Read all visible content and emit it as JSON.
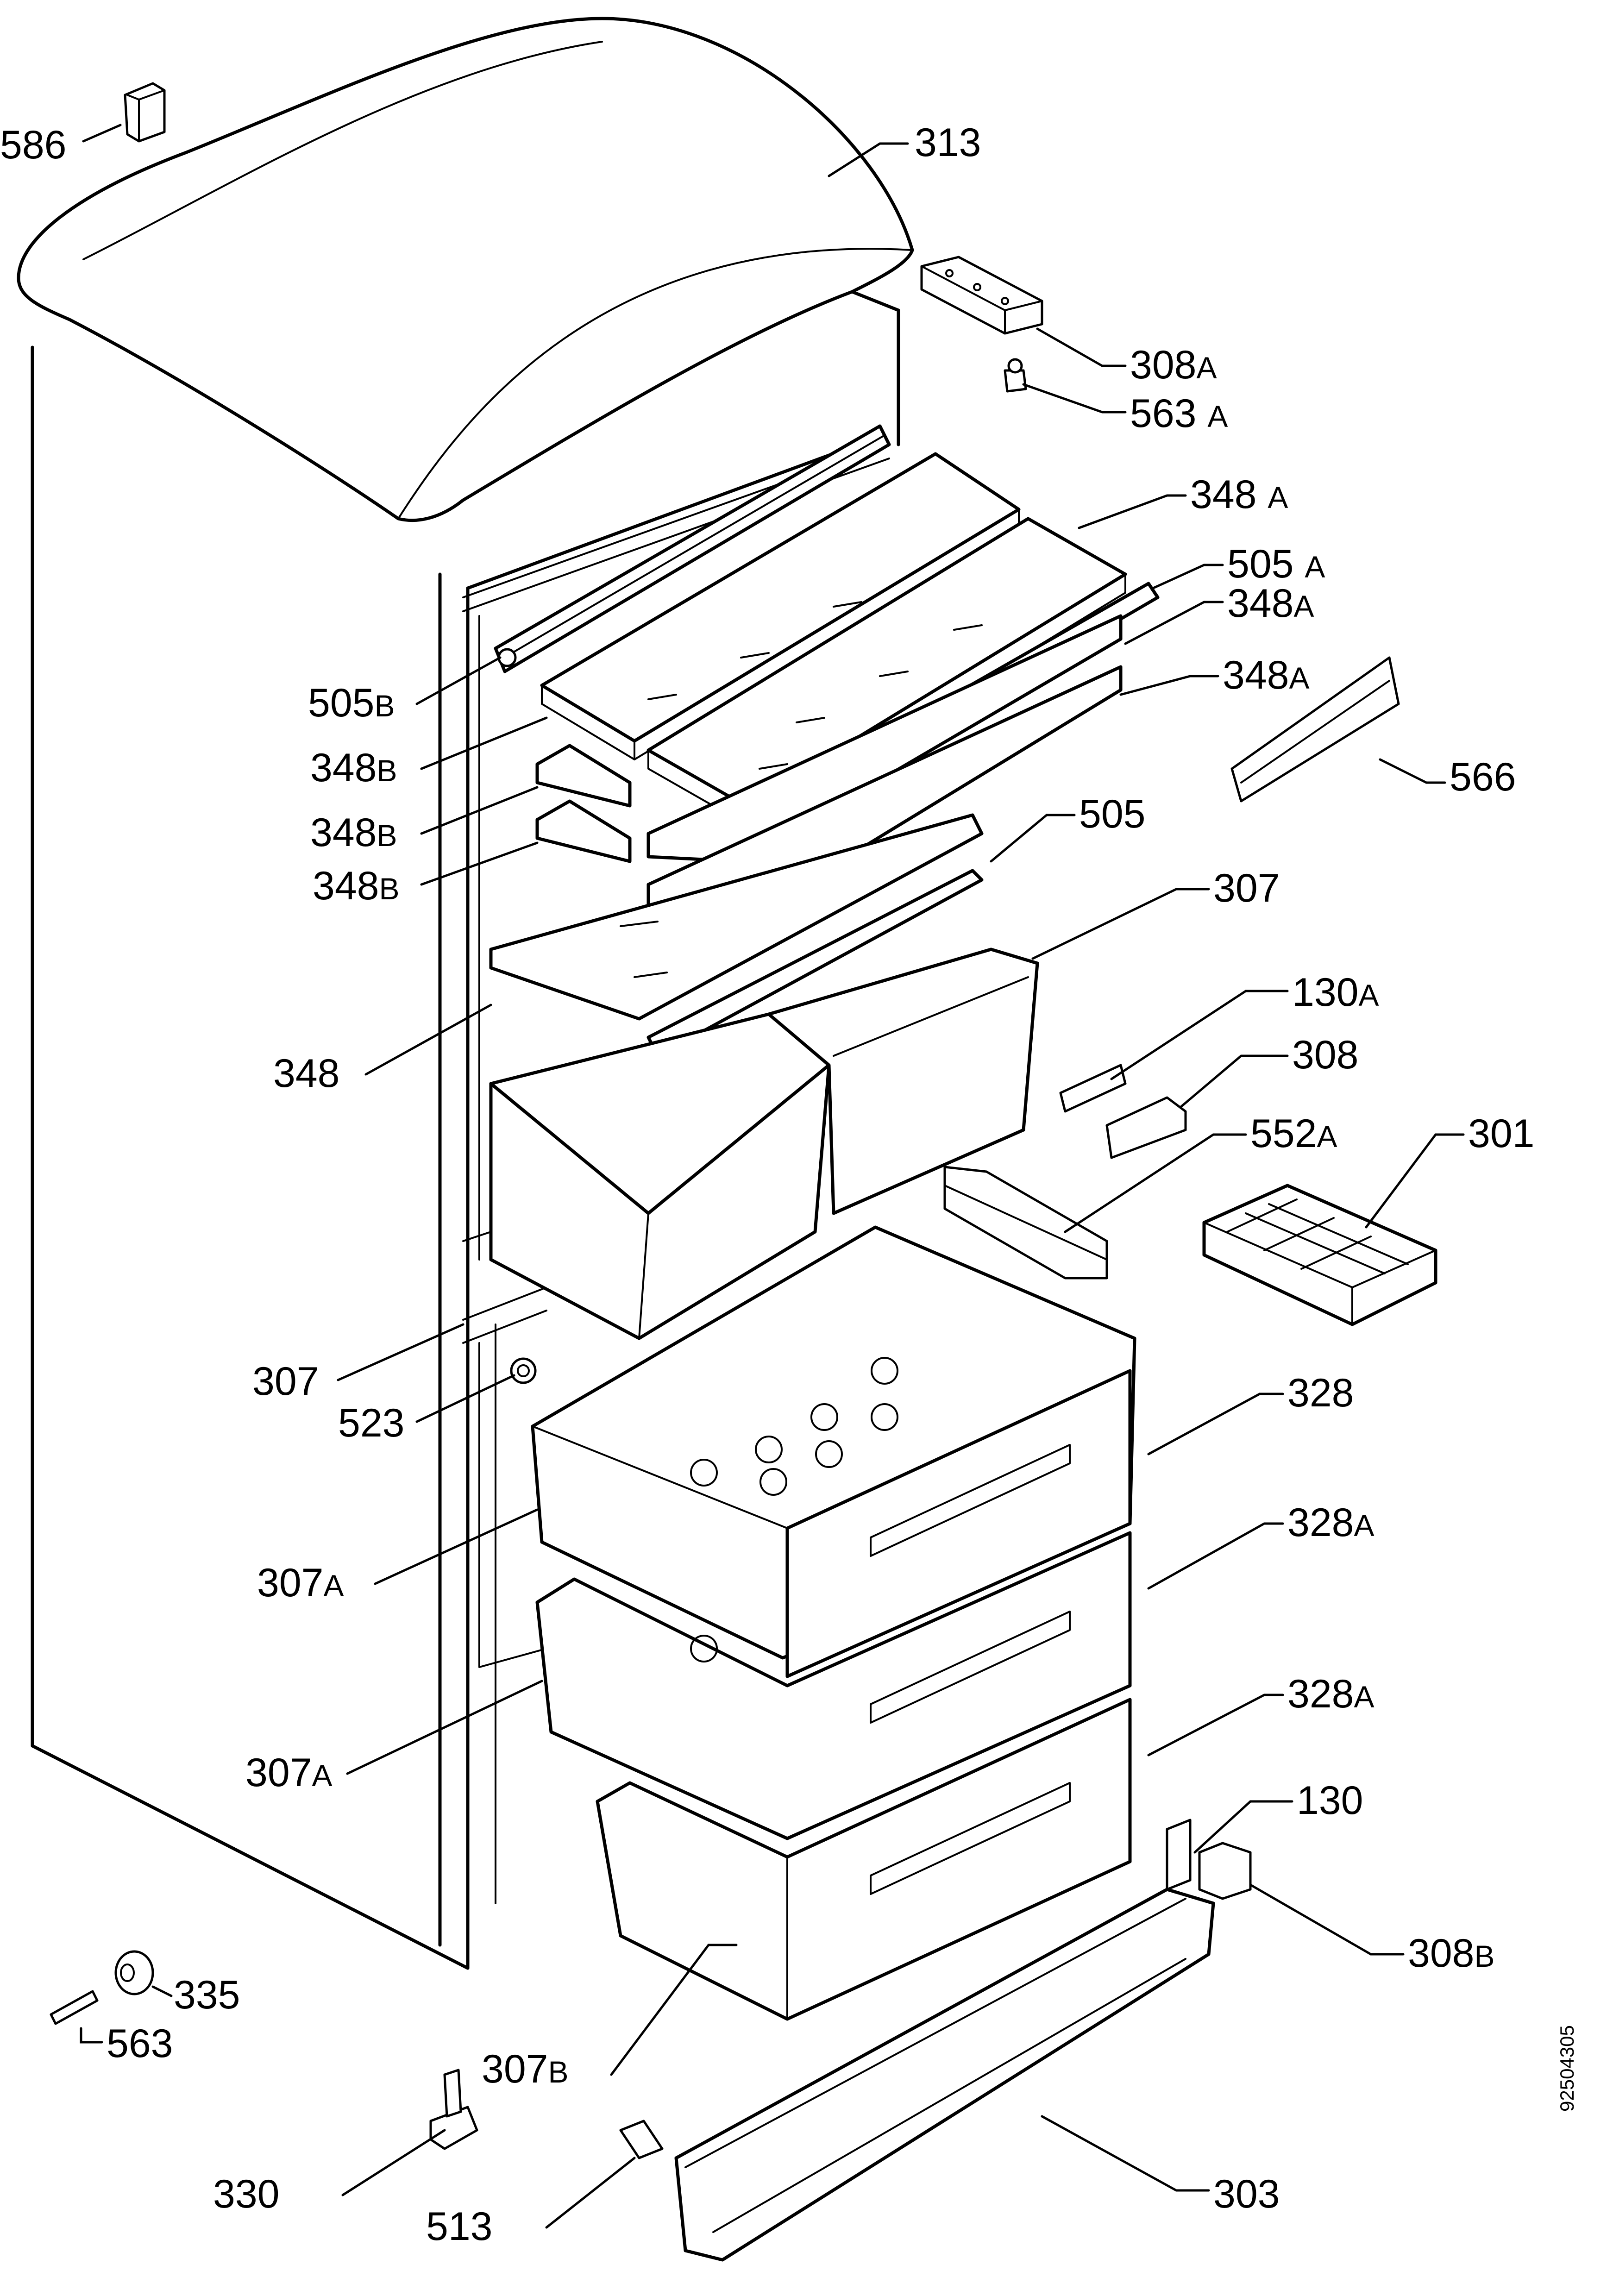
{
  "diagram": {
    "drawing_code": "92504305",
    "callouts": [
      {
        "id": "586",
        "number": "586",
        "suffix": ""
      },
      {
        "id": "313",
        "number": "313",
        "suffix": ""
      },
      {
        "id": "308a",
        "number": "308",
        "suffix": "A"
      },
      {
        "id": "563a",
        "number": "563",
        "suffix": "A"
      },
      {
        "id": "348a-1",
        "number": "348",
        "suffix": "A"
      },
      {
        "id": "505a",
        "number": "505",
        "suffix": "A"
      },
      {
        "id": "348a-2",
        "number": "348",
        "suffix": "A"
      },
      {
        "id": "348a-3",
        "number": "348",
        "suffix": "A"
      },
      {
        "id": "505b",
        "number": "505",
        "suffix": "B"
      },
      {
        "id": "348b-1",
        "number": "348",
        "suffix": "B"
      },
      {
        "id": "348b-2",
        "number": "348",
        "suffix": "B"
      },
      {
        "id": "348b-3",
        "number": "348",
        "suffix": "B"
      },
      {
        "id": "566",
        "number": "566",
        "suffix": ""
      },
      {
        "id": "505",
        "number": "505",
        "suffix": ""
      },
      {
        "id": "307",
        "number": "307",
        "suffix": ""
      },
      {
        "id": "348",
        "number": "348",
        "suffix": ""
      },
      {
        "id": "130a",
        "number": "130",
        "suffix": "A"
      },
      {
        "id": "308",
        "number": "308",
        "suffix": ""
      },
      {
        "id": "552a",
        "number": "552",
        "suffix": "A"
      },
      {
        "id": "301",
        "number": "301",
        "suffix": ""
      },
      {
        "id": "307-lower",
        "number": "307",
        "suffix": ""
      },
      {
        "id": "523",
        "number": "523",
        "suffix": ""
      },
      {
        "id": "328",
        "number": "328",
        "suffix": ""
      },
      {
        "id": "328a-1",
        "number": "328",
        "suffix": "A"
      },
      {
        "id": "307a-1",
        "number": "307",
        "suffix": "A"
      },
      {
        "id": "307a-2",
        "number": "307",
        "suffix": "A"
      },
      {
        "id": "328a-2",
        "number": "328",
        "suffix": "A"
      },
      {
        "id": "130",
        "number": "130",
        "suffix": ""
      },
      {
        "id": "308b",
        "number": "308",
        "suffix": "B"
      },
      {
        "id": "335",
        "number": "335",
        "suffix": ""
      },
      {
        "id": "563",
        "number": "563",
        "suffix": ""
      },
      {
        "id": "307b",
        "number": "307",
        "suffix": "B"
      },
      {
        "id": "330",
        "number": "330",
        "suffix": ""
      },
      {
        "id": "513",
        "number": "513",
        "suffix": ""
      },
      {
        "id": "303",
        "number": "303",
        "suffix": ""
      }
    ]
  }
}
